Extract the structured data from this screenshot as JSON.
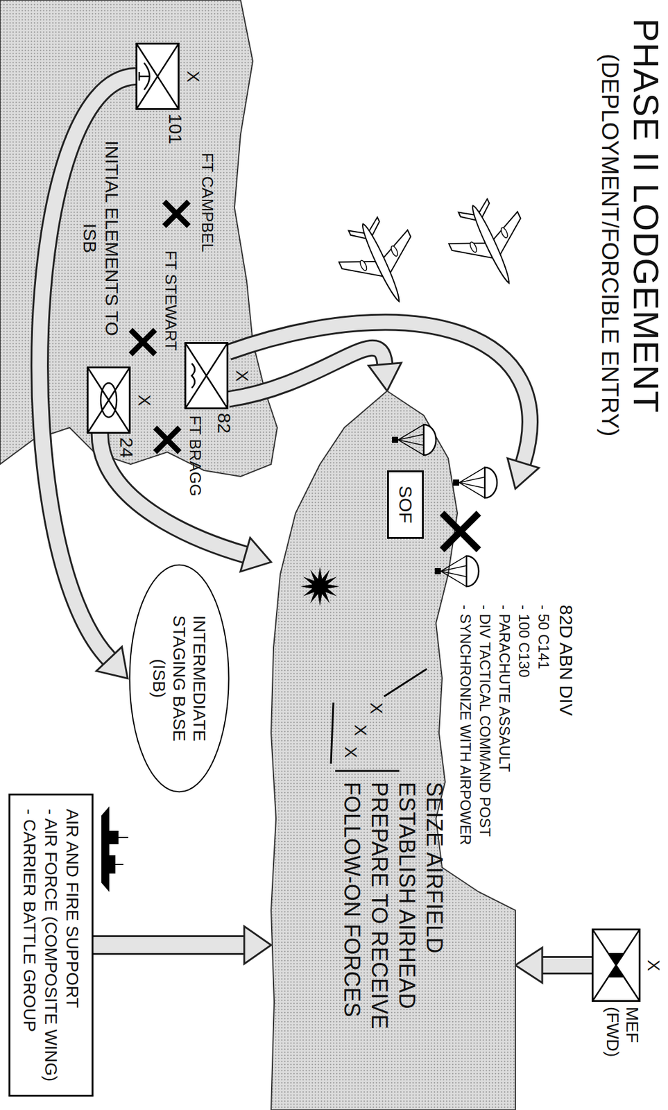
{
  "diagram": {
    "title": "PHASE II LODGEMENT",
    "nodes": [
      {
        "text": [
          "101"
        ]
      },
      {
        "text": [
          "82"
        ]
      },
      {
        "text": [
          "24"
        ]
      },
      {
        "text": [
          "INTERMEDIATE STAGING BASE (ISB)"
        ]
      },
      {
        "text": [
          "SEIZE AIRFIELD ESTABLISH AIRHEAD PREPARE TO RECEIVE FOLLOW-ON FORCES"
        ]
      },
      {
        "text": [
          "SOF"
        ],
        "in": 4
      },
      {
        "text": [
          "MEF (FWD)"
        ]
      },
      {
        "text": [
          "AIR AND FIRE SUPPORT",
          "- AIR FORCE (COMPOSITE WING)",
          "- CARRIER BATTLE GROUP"
        ]
      }
    ],
    "edges": [
      {
        "from": 0,
        "to": 3,
        "arrow": "to",
        "label": "INITIAL ELEMENTS TO ISB"
      },
      {
        "from": 1,
        "to": 4,
        "arrow": "to"
      },
      {
        "from": 1,
        "to": 4,
        "arrow": "to"
      },
      {
        "from": 2,
        "to": 4,
        "arrow": "to"
      },
      {
        "from": 7,
        "to": 4,
        "arrow": "to"
      },
      {
        "from": 6,
        "to": 4,
        "arrow": "to"
      }
    ],
    "labels": [
      "(DEPLOYMENT/FORCIBLE ENTRY)",
      "82D ABN DIV",
      "- 50 C141",
      "- 100 C130",
      "- PARACHUTE ASSAULT",
      "- DIV TACTICAL COMMAND POST",
      "- SYNCHRONIZE WITH AIRPOWER",
      "FT BRAGG",
      "FT CAMPBEL",
      "FT STEWART",
      "X",
      "X",
      "X",
      "X",
      "X",
      "X",
      "X"
    ]
  }
}
